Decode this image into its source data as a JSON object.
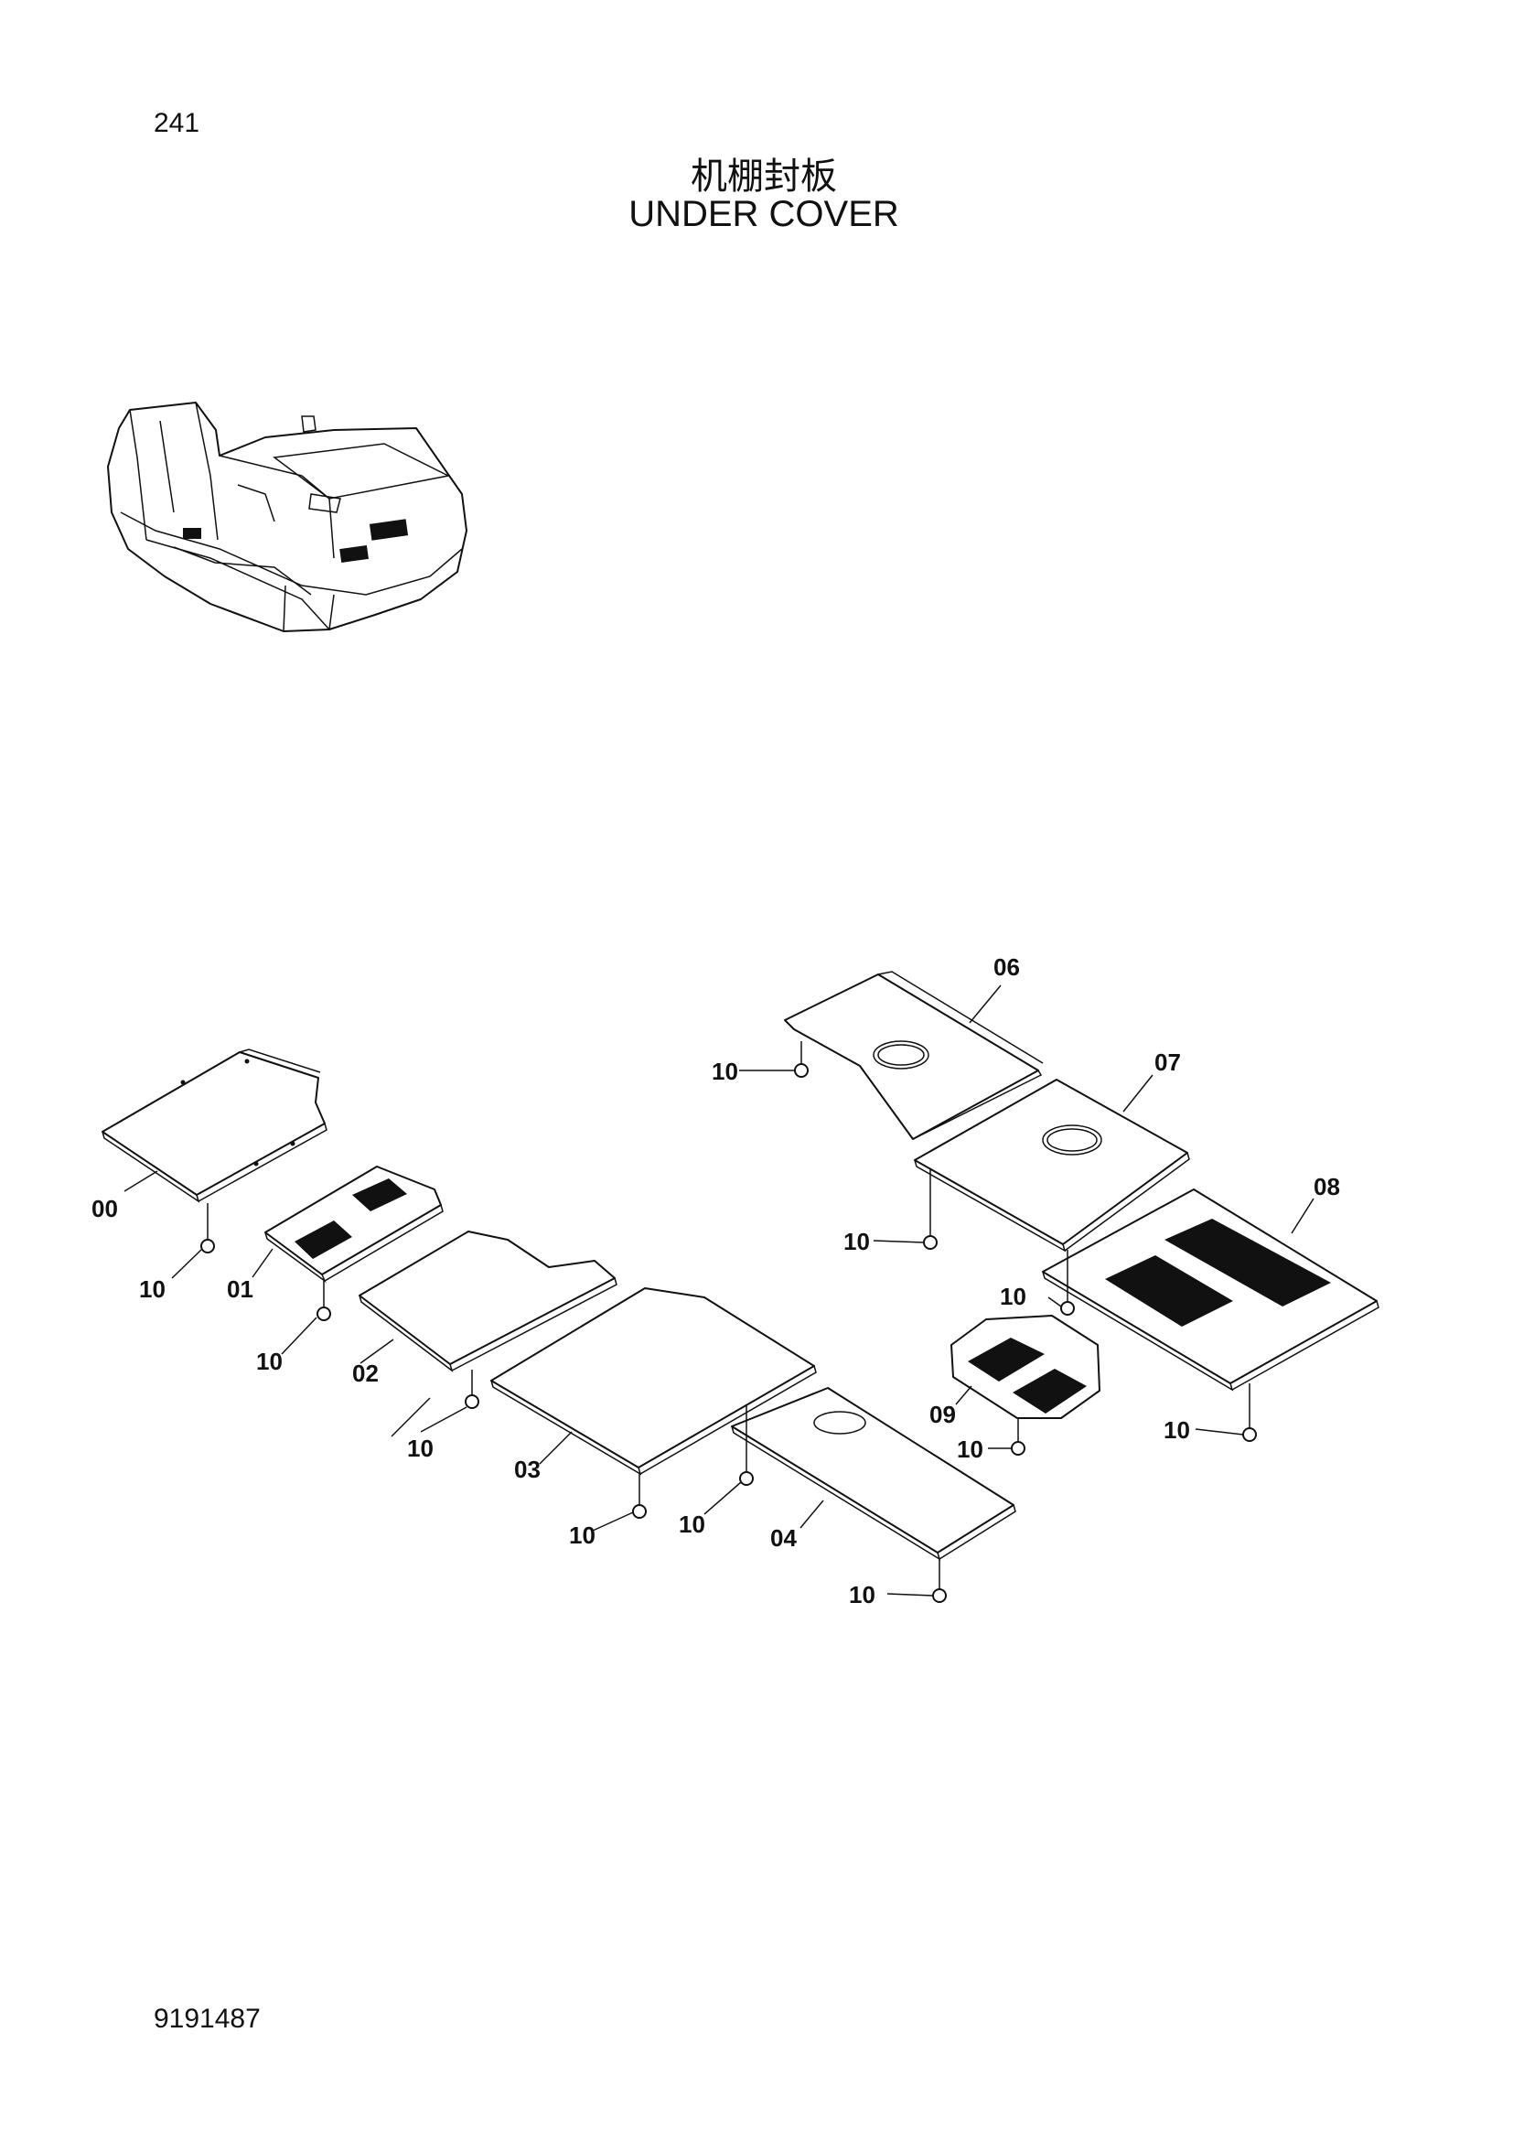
{
  "page": {
    "page_number": "241",
    "title_cn": "机棚封板",
    "title_en": "UNDER COVER",
    "doc_number": "9191487"
  },
  "callouts": {
    "p00": "00",
    "p01": "01",
    "p02": "02",
    "p03": "03",
    "p04": "04",
    "p06": "06",
    "p07": "07",
    "p08": "08",
    "p09": "09",
    "p10": "10"
  }
}
